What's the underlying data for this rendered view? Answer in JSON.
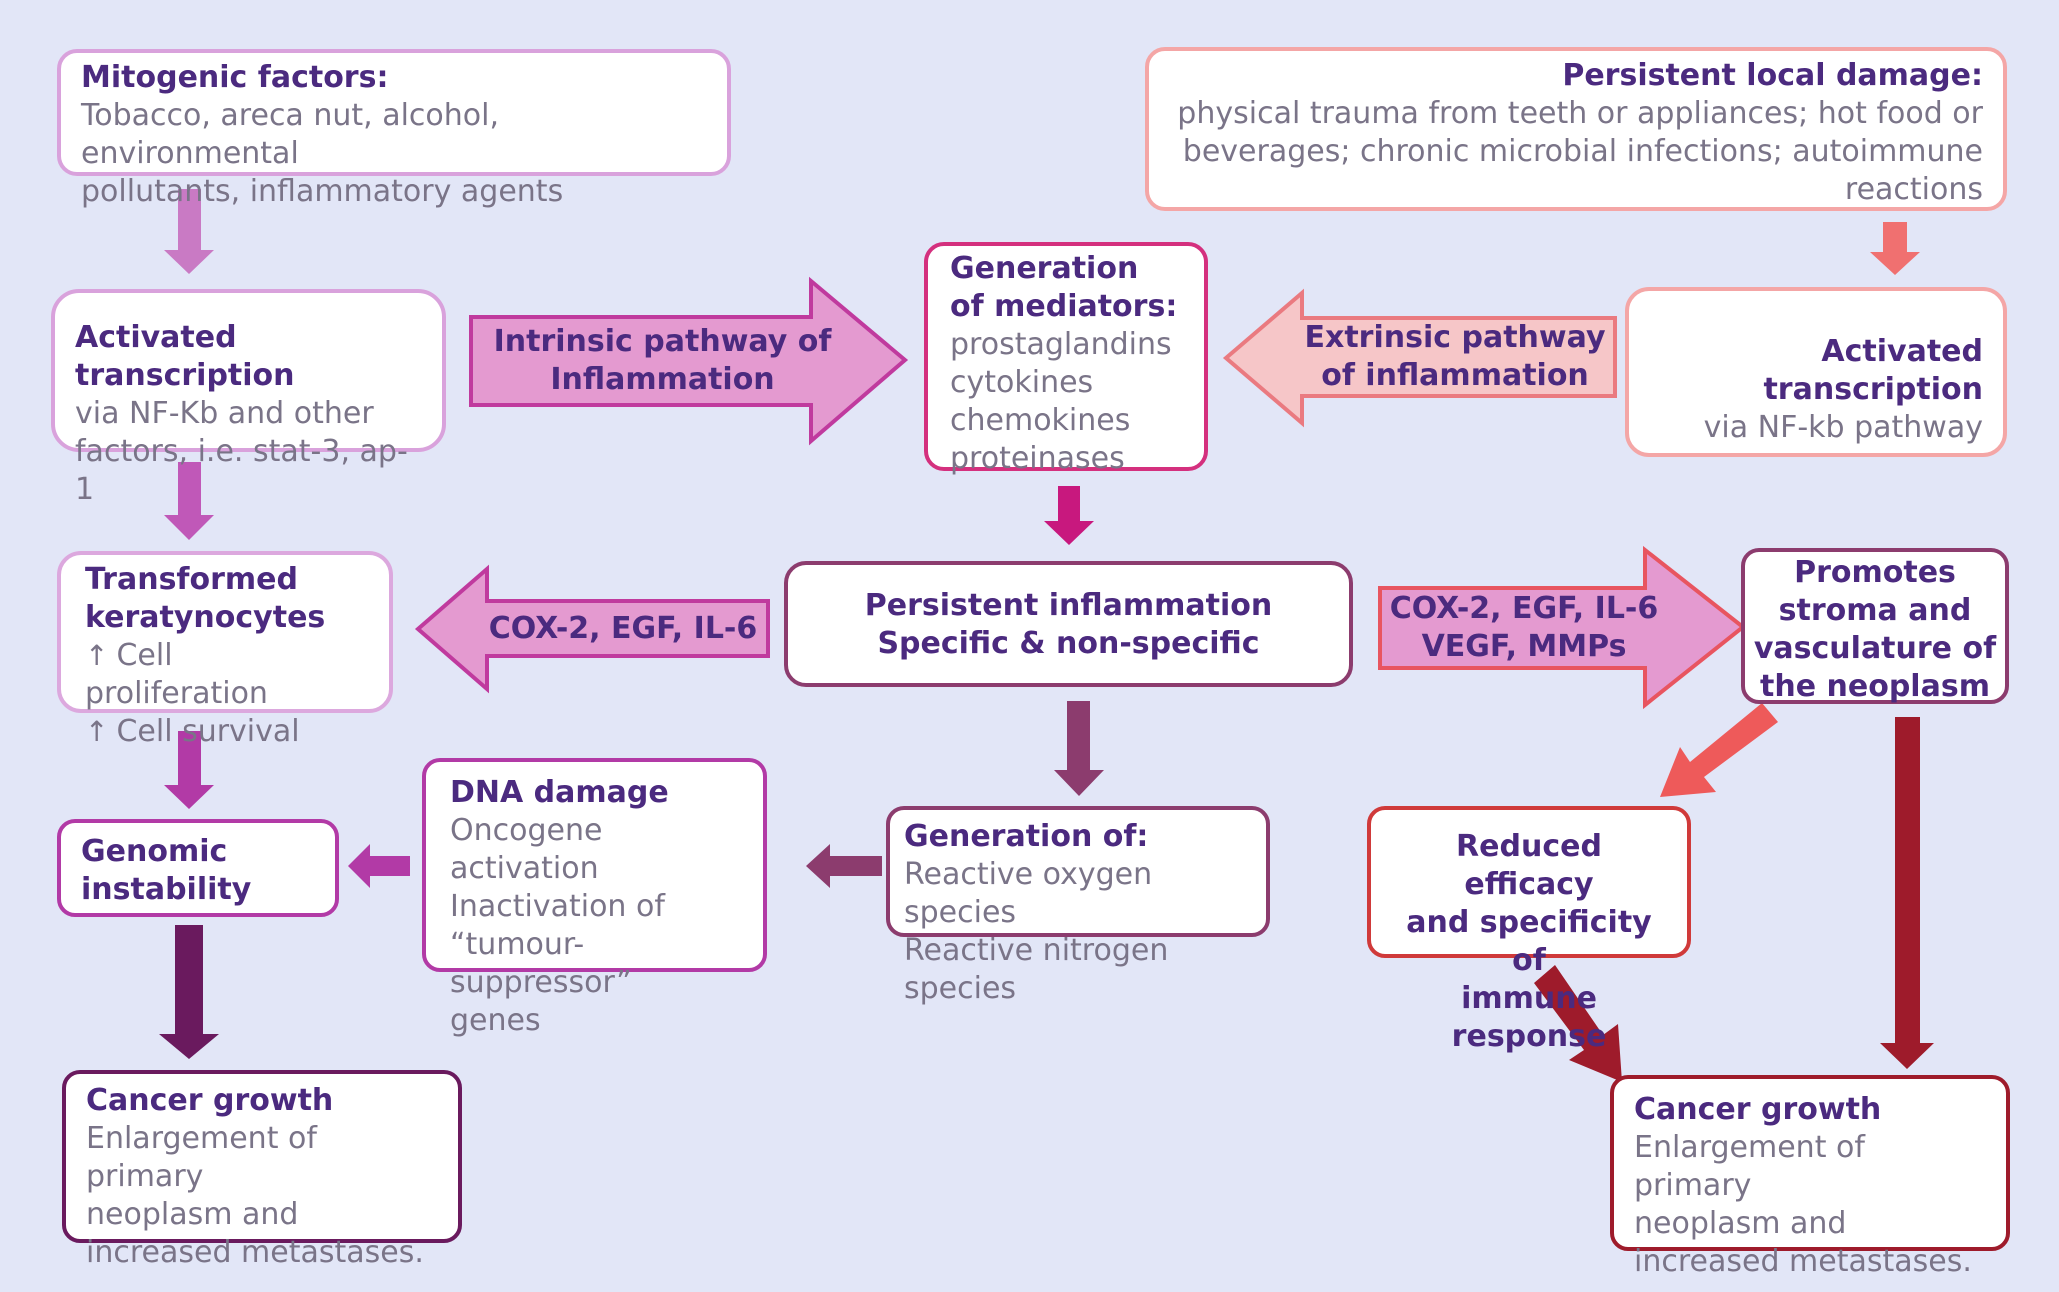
{
  "mitogenic": {
    "title": "Mitogenic factors:",
    "lines": [
      "Tobacco, areca nut, alcohol, environmental",
      "pollutants, inflammatory agents"
    ]
  },
  "local_damage": {
    "title": "Persistent local damage:",
    "lines": [
      "physical trauma from teeth or appliances; hot food or",
      "beverages; chronic microbial infections; autoimmune",
      "reactions"
    ]
  },
  "activated_left": {
    "title": "Activated transcription",
    "lines": [
      "via NF-Kb and other",
      "factors, i.e. stat-3, ap-1"
    ]
  },
  "intrinsic": {
    "lines": [
      "Intrinsic pathway of",
      "Inflammation"
    ]
  },
  "mediators": {
    "title_lines": [
      "Generation",
      "of mediators:"
    ],
    "lines": [
      "prostaglandins",
      "cytokines",
      "chemokines",
      "proteinases"
    ]
  },
  "extrinsic": {
    "lines": [
      "Extrinsic pathway",
      "of inflammation"
    ]
  },
  "activated_right": {
    "title": "Activated transcription",
    "lines": [
      "via NF-kb pathway"
    ]
  },
  "transformed": {
    "title_lines": [
      "Transformed",
      "keratynocytes"
    ],
    "up_symbol": "↑",
    "lines": [
      "Cell proliferation",
      "Cell survival"
    ]
  },
  "cox_left": {
    "text": "COX-2, EGF, IL-6"
  },
  "persistent": {
    "lines": [
      "Persistent inflammation",
      "Specific & non-specific"
    ]
  },
  "cox_right": {
    "lines": [
      "COX-2, EGF, IL-6",
      "VEGF, MMPs"
    ]
  },
  "promotes": {
    "lines": [
      "Promotes",
      "stroma and",
      "vasculature of",
      "the neoplasm"
    ]
  },
  "genomic": {
    "lines": [
      "Genomic",
      "instability"
    ]
  },
  "dna": {
    "title": "DNA damage",
    "lines": [
      "Oncogene activation",
      "Inactivation of",
      "“tumour-suppressor”",
      "genes"
    ]
  },
  "generation_of": {
    "title": "Generation of:",
    "lines": [
      "Reactive oxygen species",
      "Reactive nitrogen species"
    ]
  },
  "reduced": {
    "lines": [
      "Reduced efficacy",
      "and specificity of",
      "immune response"
    ]
  },
  "cancer_left": {
    "title": "Cancer growth",
    "lines": [
      "Enlargement of primary",
      "neoplasm and",
      "increased metastases."
    ]
  },
  "cancer_right": {
    "title": "Cancer growth",
    "lines": [
      "Enlargement of primary",
      "neoplasm and",
      "increased metastases."
    ]
  },
  "colors": {
    "background": "#e2e6f7",
    "title_text": "#4b2a7f",
    "body_text": "#7a7488",
    "left_chain": "#c06cc0",
    "inflammation": "#8c3c6e",
    "damage": "#f08080",
    "red_chain": "#9e1b2b"
  }
}
